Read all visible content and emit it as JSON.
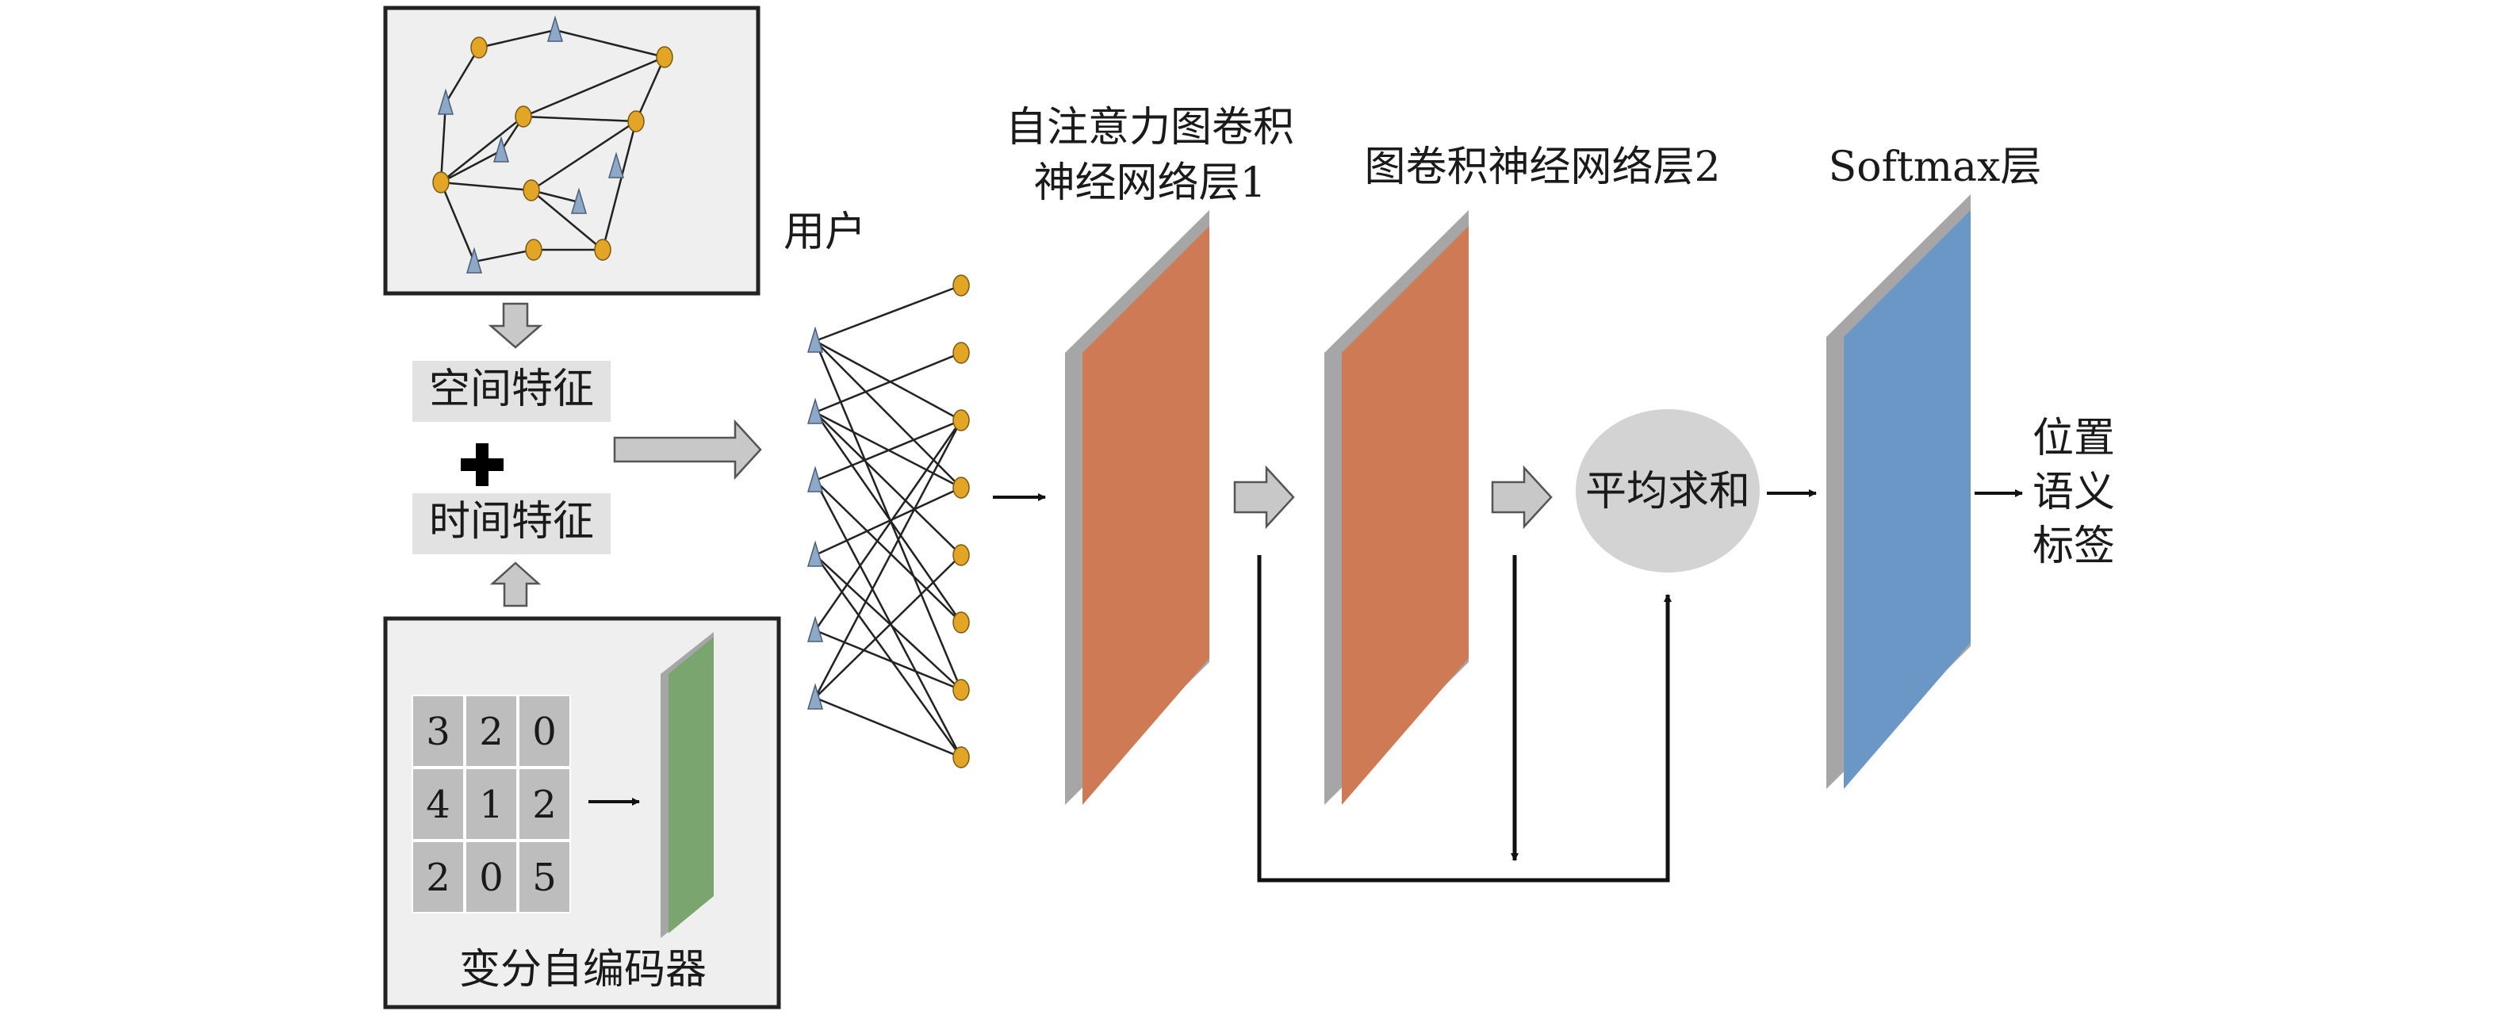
{
  "labels": {
    "spatial_feature": "空间特征",
    "temporal_feature": "时间特征",
    "vae": "变分自编码器",
    "users": "用户",
    "layer1_line1": "自注意力图卷积",
    "layer1_line2": "神经网络层1",
    "layer2": "图卷积神经网络层2",
    "softmax": "Softmax层",
    "avg_sum": "平均求和",
    "output_line1": "位置",
    "output_line2": "语义",
    "output_line3": "标签",
    "plus_sign": "+"
  },
  "matrix": [
    "3",
    "2",
    "0",
    "4",
    "1",
    "2",
    "2",
    "0",
    "5"
  ],
  "colors": {
    "node_orange": "#E3A526",
    "node_blue": "#8EA9C8",
    "layer_orange": "#CD7A55",
    "layer_blue": "#6A97C5",
    "layer_green": "#7BA56E",
    "layer_edge": "#A6A6A6",
    "panel_bg": "#EFEFEF",
    "label_bg": "#E2E2E2",
    "matrix_cell": "#BDBDBD",
    "ellipse": "#D3D3D3"
  }
}
